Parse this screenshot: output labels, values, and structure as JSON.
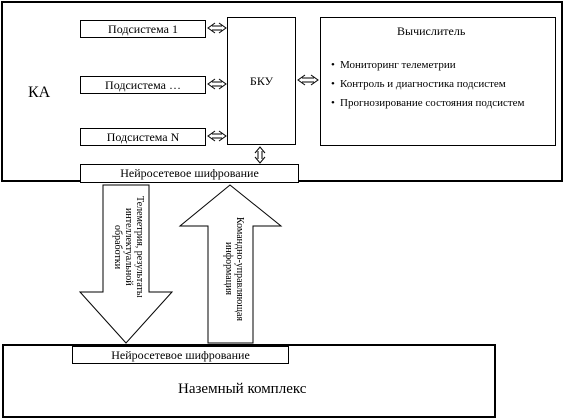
{
  "spacecraft": {
    "label": "КА",
    "subsystems": [
      "Подсистема 1",
      "Подсистема …",
      "Подсистема N"
    ],
    "bku": "БКУ",
    "encryption": "Нейросетевое шифрование"
  },
  "computer": {
    "title": "Вычислитель",
    "items": [
      "Мониторинг телеметрии",
      "Контроль и диагностика подсистем",
      "Прогнозирование состояния подсистем"
    ]
  },
  "arrows": {
    "down_label": "Телеметрия, результаты интеллектуальной обработки",
    "up_label": "Командно-управляющая информация"
  },
  "ground": {
    "label": "Наземный комплекс",
    "encryption": "Нейросетевое шифрование"
  }
}
